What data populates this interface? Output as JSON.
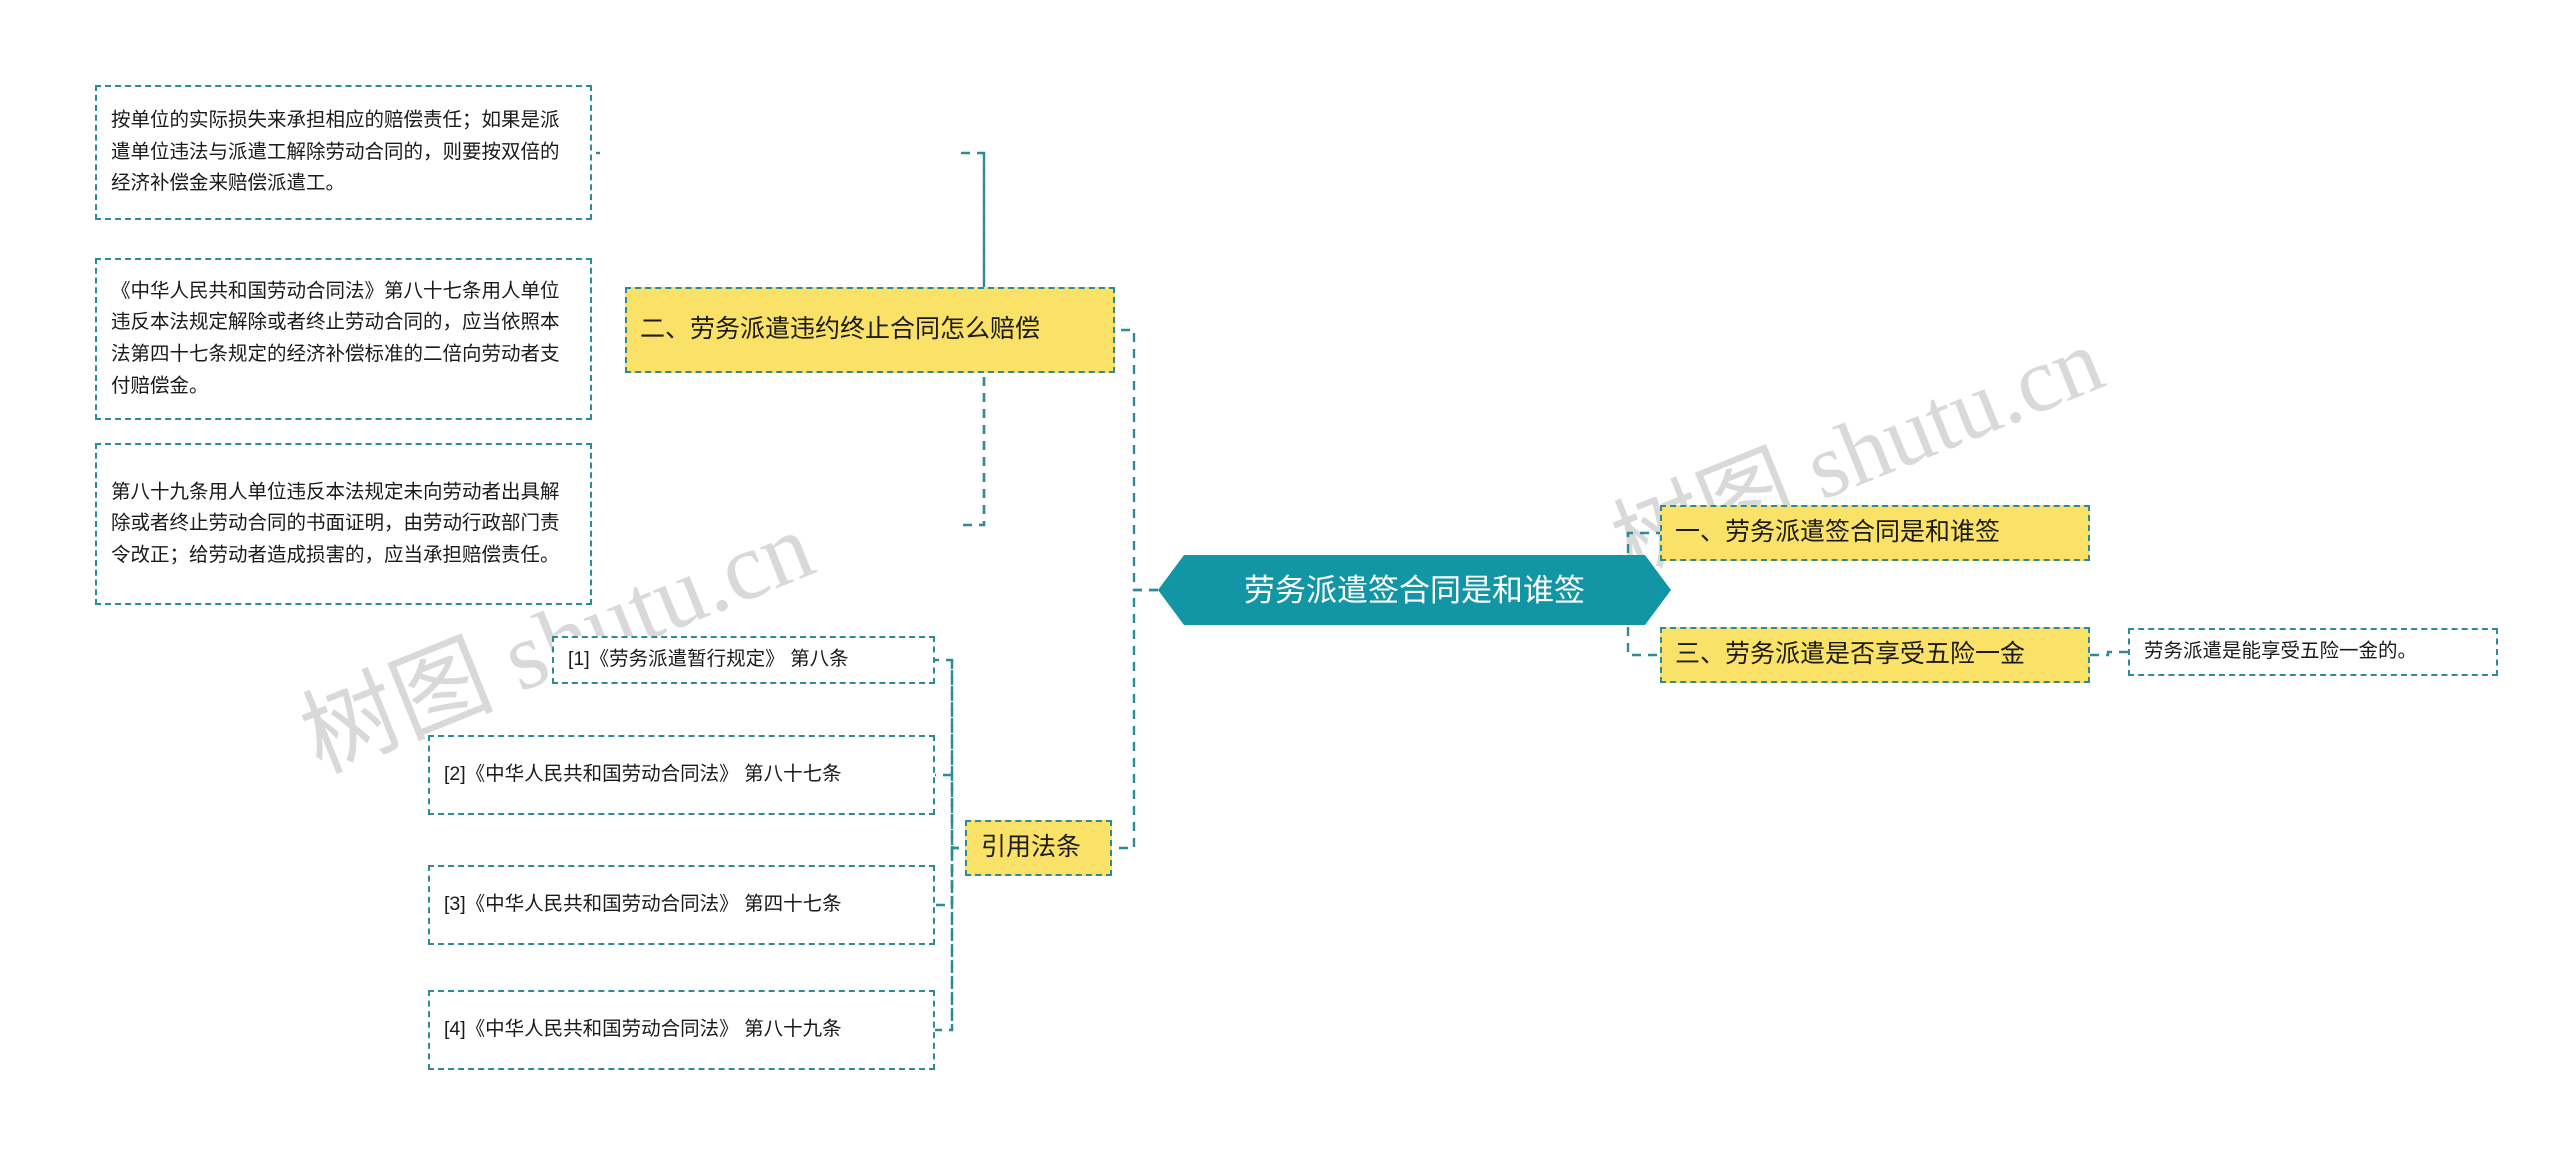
{
  "diagram": {
    "type": "mind-map",
    "watermarks": [
      "树图 shutu.cn",
      "树图 shutu.cn"
    ],
    "colors": {
      "center_fill": "#1296a6",
      "center_text": "#ffffff",
      "topic_fill": "#f9e267",
      "border": "#2e8b96",
      "leaf_fill": "#ffffff",
      "text": "#1a1a1a"
    },
    "center": {
      "label": "劳务派遣签合同是和谁签"
    },
    "branches": {
      "right": [
        {
          "label": "一、劳务派遣签合同是和谁签",
          "children": []
        },
        {
          "label": "三、劳务派遣是否享受五险一金",
          "children": [
            {
              "label": "劳务派遣是能享受五险一金的。"
            }
          ]
        }
      ],
      "left": [
        {
          "label": "二、劳务派遣违约终止合同怎么赔偿",
          "children": [
            {
              "label": "按单位的实际损失来承担相应的赔偿责任；如果是派遣单位违法与派遣工解除劳动合同的，则要按双倍的经济补偿金来赔偿派遣工。"
            },
            {
              "label": "《中华人民共和国劳动合同法》第八十七条用人单位违反本法规定解除或者终止劳动合同的，应当依照本法第四十七条规定的经济补偿标准的二倍向劳动者支付赔偿金。"
            },
            {
              "label": "第八十九条用人单位违反本法规定未向劳动者出具解除或者终止劳动合同的书面证明，由劳动行政部门责令改正；给劳动者造成损害的，应当承担赔偿责任。"
            }
          ]
        },
        {
          "label": "引用法条",
          "children": [
            {
              "label": "[1]《劳务派遣暂行规定》 第八条"
            },
            {
              "label": "[2]《中华人民共和国劳动合同法》 第八十七条"
            },
            {
              "label": "[3]《中华人民共和国劳动合同法》 第四十七条"
            },
            {
              "label": "[4]《中华人民共和国劳动合同法》 第八十九条"
            }
          ]
        }
      ]
    }
  }
}
